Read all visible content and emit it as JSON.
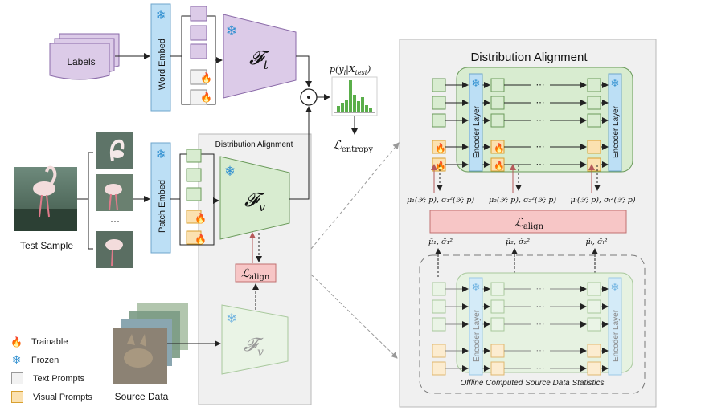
{
  "inputs": {
    "labels": "Labels",
    "test_sample": "Test Sample",
    "source_data": "Source Data"
  },
  "embed": {
    "word": "Word Embed",
    "patch": "Patch Embed"
  },
  "encoders": {
    "text": "𝓕",
    "text_sub": "t",
    "vision": "𝓕",
    "vision_sub": "v"
  },
  "panels": {
    "middle_title": "Distribution Alignment",
    "right_title": "Distribution Alignment",
    "offline_caption": "Offline Computed Source Data Statistics"
  },
  "layers": {
    "encoder_layer": "Encoder Layer",
    "ellipsis": "⋯",
    "vdots": "···"
  },
  "losses": {
    "entropy_main": "ℒ",
    "entropy_sub": "entropy",
    "align_main": "ℒ",
    "align_sub": "align"
  },
  "prob": {
    "text": "p(y",
    "sub_i": "i",
    "mid": "|X",
    "sub_test": "test",
    "close": ")"
  },
  "stats": {
    "mu1": "μ₁(𝒯; p), σ₁²(𝒯; p)",
    "mu2": "μ₂(𝒯; p), σ₂²(𝒯; p)",
    "mul": "μₗ(𝒯; p), σₗ²(𝒯; p)",
    "hat1": "μ̂₁, σ̂₁²",
    "hat2": "μ̂₂, σ̂₂²",
    "hatl": "μ̂ₗ, σ̂ₗ²"
  },
  "legend": {
    "trainable": "Trainable",
    "frozen": "Frozen",
    "text_prompts": "Text Prompts",
    "visual_prompts": "Visual Prompts"
  },
  "icons": {
    "snowflake": "❄",
    "flame": "🔥",
    "odot": "⊙"
  },
  "colors": {
    "purple": "#dccbe8",
    "purple_stroke": "#8a6aa8",
    "green": "#d8ecd0",
    "green_stroke": "#6a9a5a",
    "blue": "#bcdff5",
    "orange": "#fbe1b0",
    "red": "#f7c6c6",
    "gray_panel": "#f0f0f0"
  }
}
